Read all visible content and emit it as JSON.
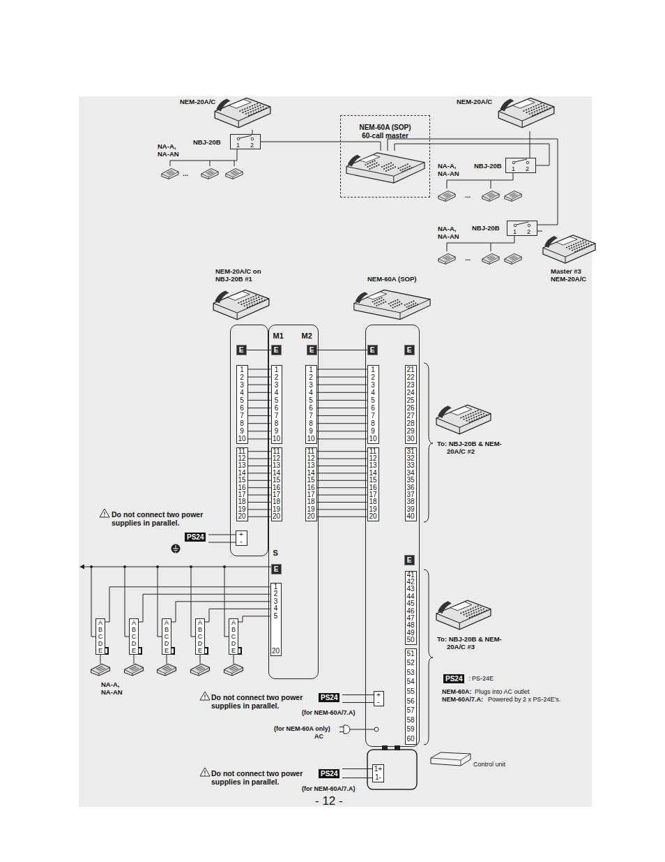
{
  "diagram": {
    "nodes": [
      {
        "text": [
          "1",
          "2"
        ]
      },
      {
        "text": [
          "NEM-60A (SOP) 60-call master"
        ]
      },
      {
        "text": [
          "1",
          "2"
        ]
      },
      {
        "text": [
          "1",
          "2"
        ]
      },
      {
        "text": [
          "E"
        ]
      },
      {
        "text": [
          "1",
          "2",
          "3",
          "4",
          "5",
          "6",
          "7",
          "8",
          "9",
          "10"
        ],
        "in": 4
      },
      {
        "text": [
          "11",
          "12",
          "13",
          "14",
          "15",
          "16",
          "17",
          "18",
          "19",
          "20"
        ],
        "in": 4
      },
      {
        "text": [
          "+",
          "-"
        ],
        "in": 4
      },
      {
        "text": [
          "M1",
          "M2",
          "E",
          "E",
          "S",
          "E"
        ]
      },
      {
        "text": [
          "1",
          "2",
          "3",
          "4",
          "5",
          "6",
          "7",
          "8",
          "9",
          "10"
        ],
        "in": 8
      },
      {
        "text": [
          "11",
          "12",
          "13",
          "14",
          "15",
          "16",
          "17",
          "18",
          "19",
          "20"
        ],
        "in": 8
      },
      {
        "text": [
          "1",
          "2",
          "3",
          "4",
          "5",
          "6",
          "7",
          "8",
          "9",
          "10"
        ],
        "in": 8
      },
      {
        "text": [
          "11",
          "12",
          "13",
          "14",
          "15",
          "16",
          "17",
          "18",
          "19",
          "20"
        ],
        "in": 8
      },
      {
        "text": [
          "1",
          "2",
          "3",
          "4",
          "5",
          "20"
        ],
        "in": 8
      },
      {
        "text": [
          "E",
          "E",
          "E"
        ]
      },
      {
        "text": [
          "1",
          "2",
          "3",
          "4",
          "5",
          "6",
          "7",
          "8",
          "9",
          "10"
        ],
        "in": 14
      },
      {
        "text": [
          "11",
          "12",
          "13",
          "14",
          "15",
          "16",
          "17",
          "18",
          "19",
          "20"
        ],
        "in": 14
      },
      {
        "text": [
          "21",
          "22",
          "23",
          "24",
          "25",
          "26",
          "27",
          "28",
          "29",
          "30"
        ],
        "in": 14
      },
      {
        "text": [
          "31",
          "32",
          "33",
          "34",
          "35",
          "36",
          "37",
          "38",
          "39",
          "40"
        ],
        "in": 14
      },
      {
        "text": [
          "41",
          "42",
          "43",
          "44",
          "45",
          "46",
          "47",
          "48",
          "49",
          "50"
        ],
        "in": 14
      },
      {
        "text": [
          "51",
          "52",
          "53",
          "54",
          "55",
          "56",
          "57",
          "58",
          "59",
          "60"
        ],
        "in": 14
      },
      {
        "text": [
          "+",
          "-"
        ],
        "in": 14
      },
      {
        "text": [
          "1+",
          "1-"
        ]
      },
      {
        "text": [
          "A",
          "B",
          "C",
          "D",
          "E"
        ]
      },
      {
        "text": [
          "A",
          "B",
          "C",
          "D",
          "E"
        ]
      },
      {
        "text": [
          "A",
          "B",
          "C",
          "D",
          "E"
        ]
      },
      {
        "text": [
          "A",
          "B",
          "C",
          "D",
          "E"
        ]
      },
      {
        "text": [
          "A",
          "B",
          "C",
          "D",
          "E"
        ]
      }
    ],
    "edges": [
      {
        "from": 0,
        "to": 1,
        "arrow": "none"
      },
      {
        "from": 1,
        "to": 2,
        "arrow": "none"
      },
      {
        "from": 1,
        "to": 3,
        "arrow": "none"
      },
      {
        "from": 5,
        "to": 9,
        "arrow": "none"
      },
      {
        "from": 6,
        "to": 10,
        "arrow": "none"
      },
      {
        "from": 11,
        "to": 15,
        "arrow": "none"
      },
      {
        "from": 12,
        "to": 16,
        "arrow": "none"
      },
      {
        "from": 13,
        "to": 23,
        "arrow": "none"
      },
      {
        "from": 13,
        "to": 24,
        "arrow": "none"
      },
      {
        "from": 13,
        "to": 25,
        "arrow": "none"
      },
      {
        "from": 13,
        "to": 26,
        "arrow": "none"
      },
      {
        "from": 13,
        "to": 27,
        "arrow": "none"
      }
    ],
    "labels": [
      "NEM-20A/C",
      "NBJ-20B",
      "NA-A, NA-AN",
      "...",
      "NEM-20A/C",
      "NBJ-20B",
      "NA-A, NA-AN",
      "...",
      "NBJ-20B",
      "NA-A, NA-AN",
      "...",
      "Master #3 NEM-20A/C",
      "NEM-20A/C on NBJ-20B #1",
      "NEM-60A (SOP)",
      "To: NBJ-20B & NEM-20A/C #2",
      "To: NBJ-20B & NEM-20A/C #3",
      "Do not connect two power supplies in parallel.",
      "PS24",
      "Do not connect two power supplies in parallel.",
      "PS24",
      "(for NEM-60A/7.A)",
      "(for NEM-60A only)",
      "AC",
      "Do not connect two power supplies in parallel.",
      "PS24",
      "(for NEM-60A/7.A)",
      "PS24",
      ": PS-24E",
      "NEM-60A:",
      "Plugs into AC outlet",
      "NEM-60A/7.A:",
      "Powered by 2 x PS-24E's.",
      "Control unit",
      "NA-A, NA-AN",
      "- 12 -"
    ]
  }
}
